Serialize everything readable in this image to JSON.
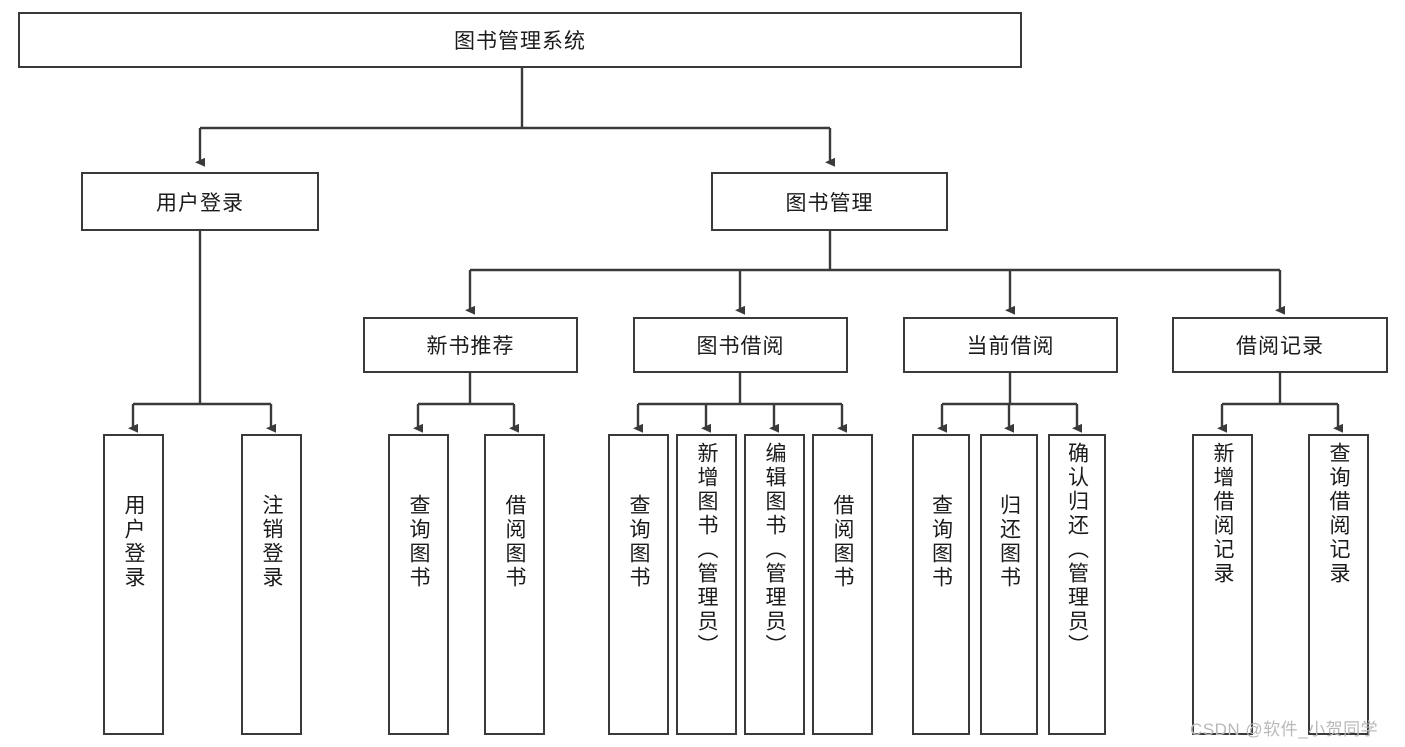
{
  "diagram": {
    "type": "tree-hierarchy",
    "title": "图书管理系统",
    "root": {
      "label": "图书管理系统",
      "orientation": "horizontal"
    },
    "level2": [
      {
        "label": "用户登录",
        "orientation": "horizontal"
      },
      {
        "label": "图书管理",
        "orientation": "horizontal"
      }
    ],
    "level3": [
      {
        "label": "新书推荐",
        "orientation": "horizontal",
        "parent": "图书管理"
      },
      {
        "label": "图书借阅",
        "orientation": "horizontal",
        "parent": "图书管理"
      },
      {
        "label": "当前借阅",
        "orientation": "horizontal",
        "parent": "图书管理"
      },
      {
        "label": "借阅记录",
        "orientation": "horizontal",
        "parent": "图书管理"
      }
    ],
    "leaves": {
      "user_login": [
        {
          "label": "用户登录",
          "orientation": "vertical"
        },
        {
          "label": "注销登录",
          "orientation": "vertical"
        }
      ],
      "new_book_recommend": [
        {
          "label": "查询图书",
          "orientation": "vertical"
        },
        {
          "label": "借阅图书",
          "orientation": "vertical"
        }
      ],
      "book_borrow": [
        {
          "label": "查询图书",
          "orientation": "vertical"
        },
        {
          "label": "新增图书（管理员）",
          "orientation": "vertical"
        },
        {
          "label": "编辑图书（管理员）",
          "orientation": "vertical"
        },
        {
          "label": "借阅图书",
          "orientation": "vertical"
        }
      ],
      "current_borrow": [
        {
          "label": "查询图书",
          "orientation": "vertical"
        },
        {
          "label": "归还图书",
          "orientation": "vertical"
        },
        {
          "label": "确认归还（管理员）",
          "orientation": "vertical"
        }
      ],
      "borrow_record": [
        {
          "label": "新增借阅记录",
          "orientation": "vertical"
        },
        {
          "label": "查询借阅记录",
          "orientation": "vertical"
        }
      ]
    }
  },
  "watermark": {
    "text": "CSDN @软件_小贺同学"
  },
  "colors": {
    "border": "#3a3a3a",
    "background": "#ffffff",
    "text": "#1b1b1b",
    "watermark": "#b9b9b9"
  }
}
